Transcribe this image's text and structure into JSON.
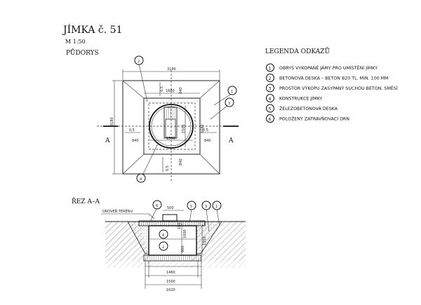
{
  "title": "JÍMKA č. 51",
  "scale": "M    1:50",
  "plan_label": "PŮDORYS",
  "legend_title": "LEGENDA ODKAZŮ",
  "legend": [
    {
      "num": "1",
      "text": "OBRYS VYKOPANÉ JÁMY PRO UMÍSTĚNÍ JÍMKY"
    },
    {
      "num": "2",
      "text": "BETONOVÁ DESKA – BETON B20 TL. MIN. 100 MM"
    },
    {
      "num": "3",
      "text": "PROSTOR VÝKOPU ZASYPANÝ SUCHOU BETON. SMĚSÍ"
    },
    {
      "num": "4",
      "text": "KONSTRUKCE JÍMKY"
    },
    {
      "num": "5",
      "text": "ŽELEZOBETONOVÁ DESKA"
    },
    {
      "num": "6",
      "text": "POLOŽENÝ ZATRAVŇOVACÍ DRN"
    }
  ],
  "plan_dims": {
    "top": "3180",
    "left": "3180",
    "inner_top": "1680",
    "inner_840_a": "840",
    "inner_840_b": "840",
    "inner_840_c": "840",
    "inner_840_d": "840",
    "inner_1680_right": "1680",
    "d1500_h": "1500",
    "d1500_v": "1500",
    "offset_top": "0,5",
    "offset_left": "0,5",
    "offset_right": "0,5",
    "offset_bottom": "0,5"
  },
  "section_markers": {
    "left": "A",
    "right": "A"
  },
  "callouts_plan": [
    "1",
    "2",
    "3",
    "4"
  ],
  "section_label": "ŘEZ A–A",
  "section_ground": "ÚROVEŇ TERÉNU",
  "callouts_section": [
    "6",
    "5",
    "3",
    "1",
    "4",
    "2"
  ],
  "section_dims": {
    "top_500": "500",
    "h_100": "100",
    "h_1000": "1000",
    "h_900": "900",
    "h_1350": "1350",
    "w_1460": "1460",
    "w_1500": "1500",
    "w_1620": "1620"
  }
}
